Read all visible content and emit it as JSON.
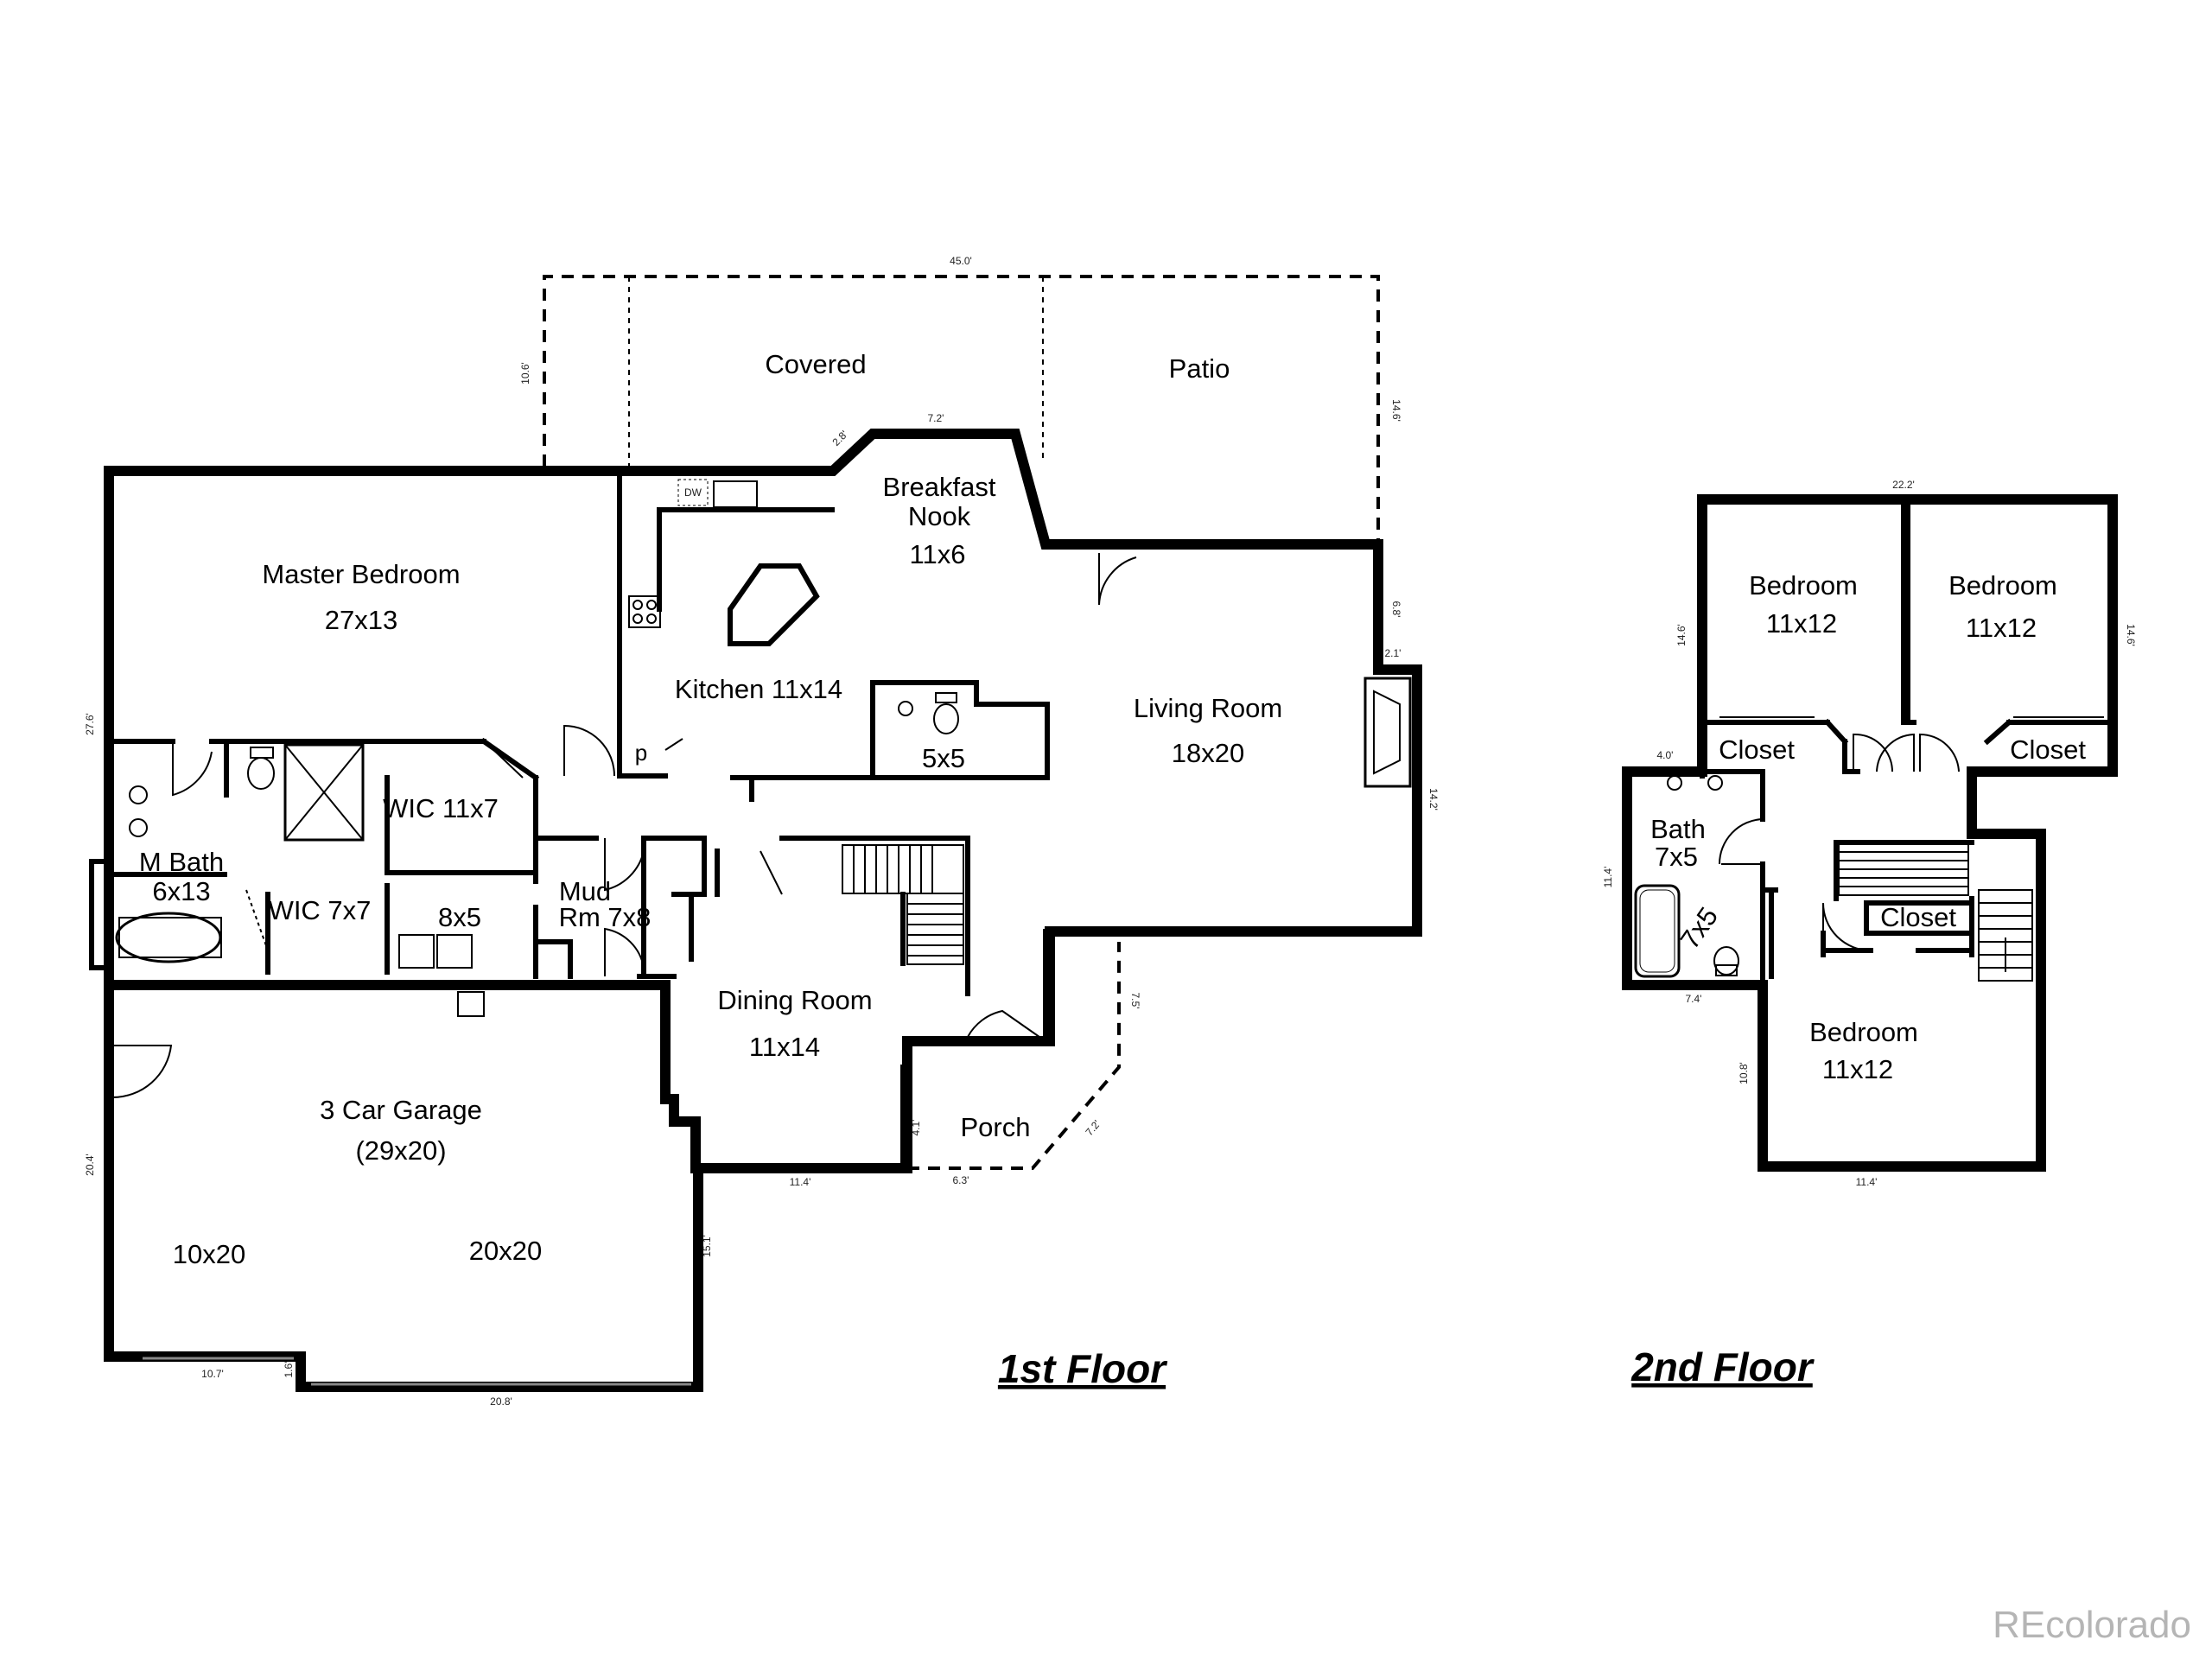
{
  "floors": {
    "first": {
      "title": "1st Floor",
      "rooms": {
        "covered": "Covered",
        "patio": "Patio",
        "breakfast_nook_1": "Breakfast",
        "breakfast_nook_2": "Nook",
        "breakfast_nook_size": "11x6",
        "master_bedroom": "Master Bedroom",
        "master_bedroom_size": "27x13",
        "kitchen": "Kitchen 11x14",
        "living_room": "Living Room",
        "living_room_size": "18x20",
        "wic_large": "WIC 11x7",
        "m_bath": "M Bath",
        "m_bath_size": "6x13",
        "wic_small": "WIC 7x7",
        "laundry_size": "8x5",
        "mud_room_1": "Mud",
        "mud_room_2": "Rm 7x8",
        "pantry": "p",
        "powder_size": "5x5",
        "dining_room": "Dining Room",
        "dining_room_size": "11x14",
        "porch": "Porch",
        "garage": "3 Car Garage",
        "garage_size": "(29x20)",
        "garage_left_bay": "10x20",
        "garage_right_bay": "20x20",
        "dishwasher": "DW"
      },
      "dimensions": {
        "patio_width": "45.0'",
        "patio_depth_left": "10.6'",
        "patio_depth_right": "14.6'",
        "nook_width": "7.2'",
        "nook_angle": "2.8'",
        "living_side_1": "6.8'",
        "fireplace": "2.1'",
        "living_side_2": "14.2'",
        "master_depth": "27.6'",
        "garage_depth": "20.4'",
        "garage_side": "15.1'",
        "garage_door_small": "10.7'",
        "garage_jog": "1.6'",
        "garage_door_large": "20.8'",
        "dining_width": "11.4'",
        "porch_depth": "4.1'",
        "porch_width": "6.3'",
        "porch_side": "7.5'",
        "porch_angle": "7.2'"
      }
    },
    "second": {
      "title": "2nd Floor",
      "rooms": {
        "bedroom_a": "Bedroom",
        "bedroom_a_size": "11x12",
        "bedroom_b": "Bedroom",
        "bedroom_b_size": "11x12",
        "closet_a": "Closet",
        "closet_b": "Closet",
        "bath": "Bath",
        "bath_size": "7x5",
        "bath_b_size": "7x5",
        "closet_c": "Closet",
        "bedroom_c": "Bedroom",
        "bedroom_c_size": "11x12"
      },
      "dimensions": {
        "top_width": "22.2'",
        "left_side": "14.6'",
        "right_side": "14.6'",
        "bath_width": "4.0'",
        "bath_side": "11.4'",
        "hall_width": "7.4'",
        "bedroom_c_side": "10.8'",
        "bottom_width": "11.4'"
      }
    }
  },
  "watermark": "REcolorado"
}
